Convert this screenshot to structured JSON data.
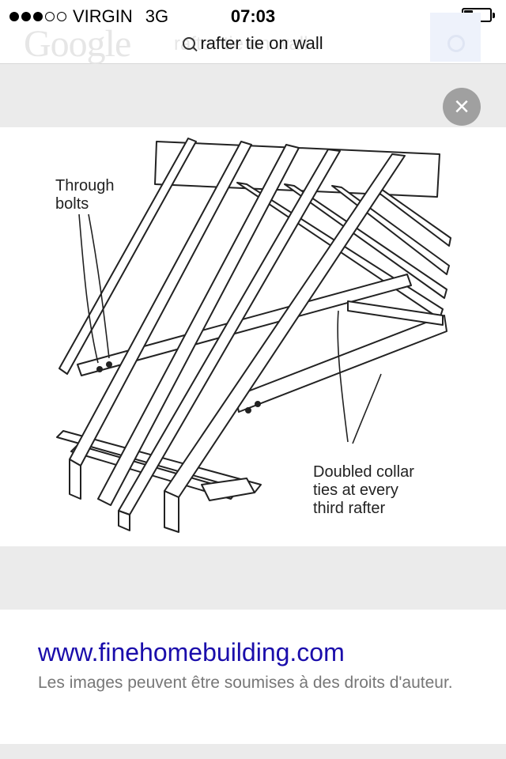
{
  "status_bar": {
    "carrier": "VIRGIN",
    "network": "3G",
    "time": "07:03"
  },
  "header": {
    "brand": "Google",
    "query": "rafter tie on wall",
    "ghost_search": "rafter tie on wall"
  },
  "viewer": {
    "close_label": "×",
    "image": {
      "label_through_bolts_1": "Through",
      "label_through_bolts_2": "bolts",
      "label_collar_1": "Doubled collar",
      "label_collar_2": "ties at every",
      "label_collar_3": "third rafter"
    }
  },
  "info": {
    "url": "www.finehomebuilding.com",
    "copyright_note": "Les images peuvent être soumises à des droits d'auteur."
  },
  "colors": {
    "link": "#1a0dab",
    "close_button": "#a0a0a0"
  }
}
